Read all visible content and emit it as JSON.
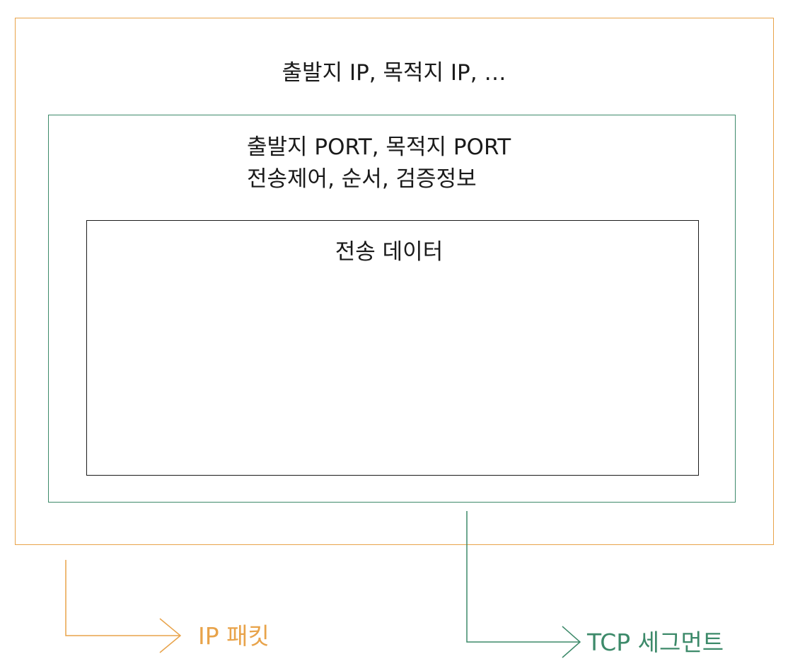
{
  "diagram": {
    "ip_packet": {
      "header_text": "출발지 IP, 목적지 IP, …",
      "legend_label": "IP 패킷",
      "color": "#e8a34a"
    },
    "tcp_segment": {
      "header_line1": "출발지 PORT, 목적지 PORT",
      "header_line2": "전송제어, 순서, 검증정보",
      "legend_label": "TCP 세그먼트",
      "color": "#3d8a6a"
    },
    "data": {
      "title": "전송 데이터",
      "color": "#1a1a1a"
    }
  }
}
